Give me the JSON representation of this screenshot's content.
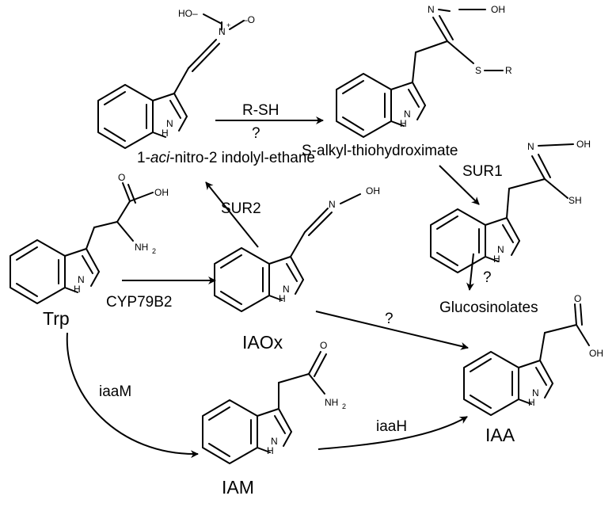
{
  "atoms": {
    "n_h": "H",
    "n_n": "N",
    "ho_dash": "HO–",
    "n_plus": "N",
    "plus": "+",
    "o_minus": "–O",
    "minus": "–",
    "n_oh": "N",
    "oh": "OH",
    "s": "S",
    "r": "R",
    "sh": "SH",
    "o": "O",
    "nh2_n": "NH",
    "two": "2"
  },
  "compounds": {
    "aci_nitro_prefix": "1-",
    "aci_nitro_italic": "aci",
    "aci_nitro_suffix": "-nitro-2 indolyl-ethane",
    "thiohydroximate": "S-alkyl-thiohydroximate",
    "glucosinolates": "Glucosinolates",
    "trp": "Trp",
    "iaox": "IAOx",
    "iaa": "IAA",
    "iam": "IAM"
  },
  "reactions": {
    "rsh": "R-SH",
    "q1": "?",
    "sur1": "SUR1",
    "sur2": "SUR2",
    "cyp": "CYP79B2",
    "q2": "?",
    "q3": "?",
    "iaam": "iaaM",
    "iaah": "iaaH"
  }
}
